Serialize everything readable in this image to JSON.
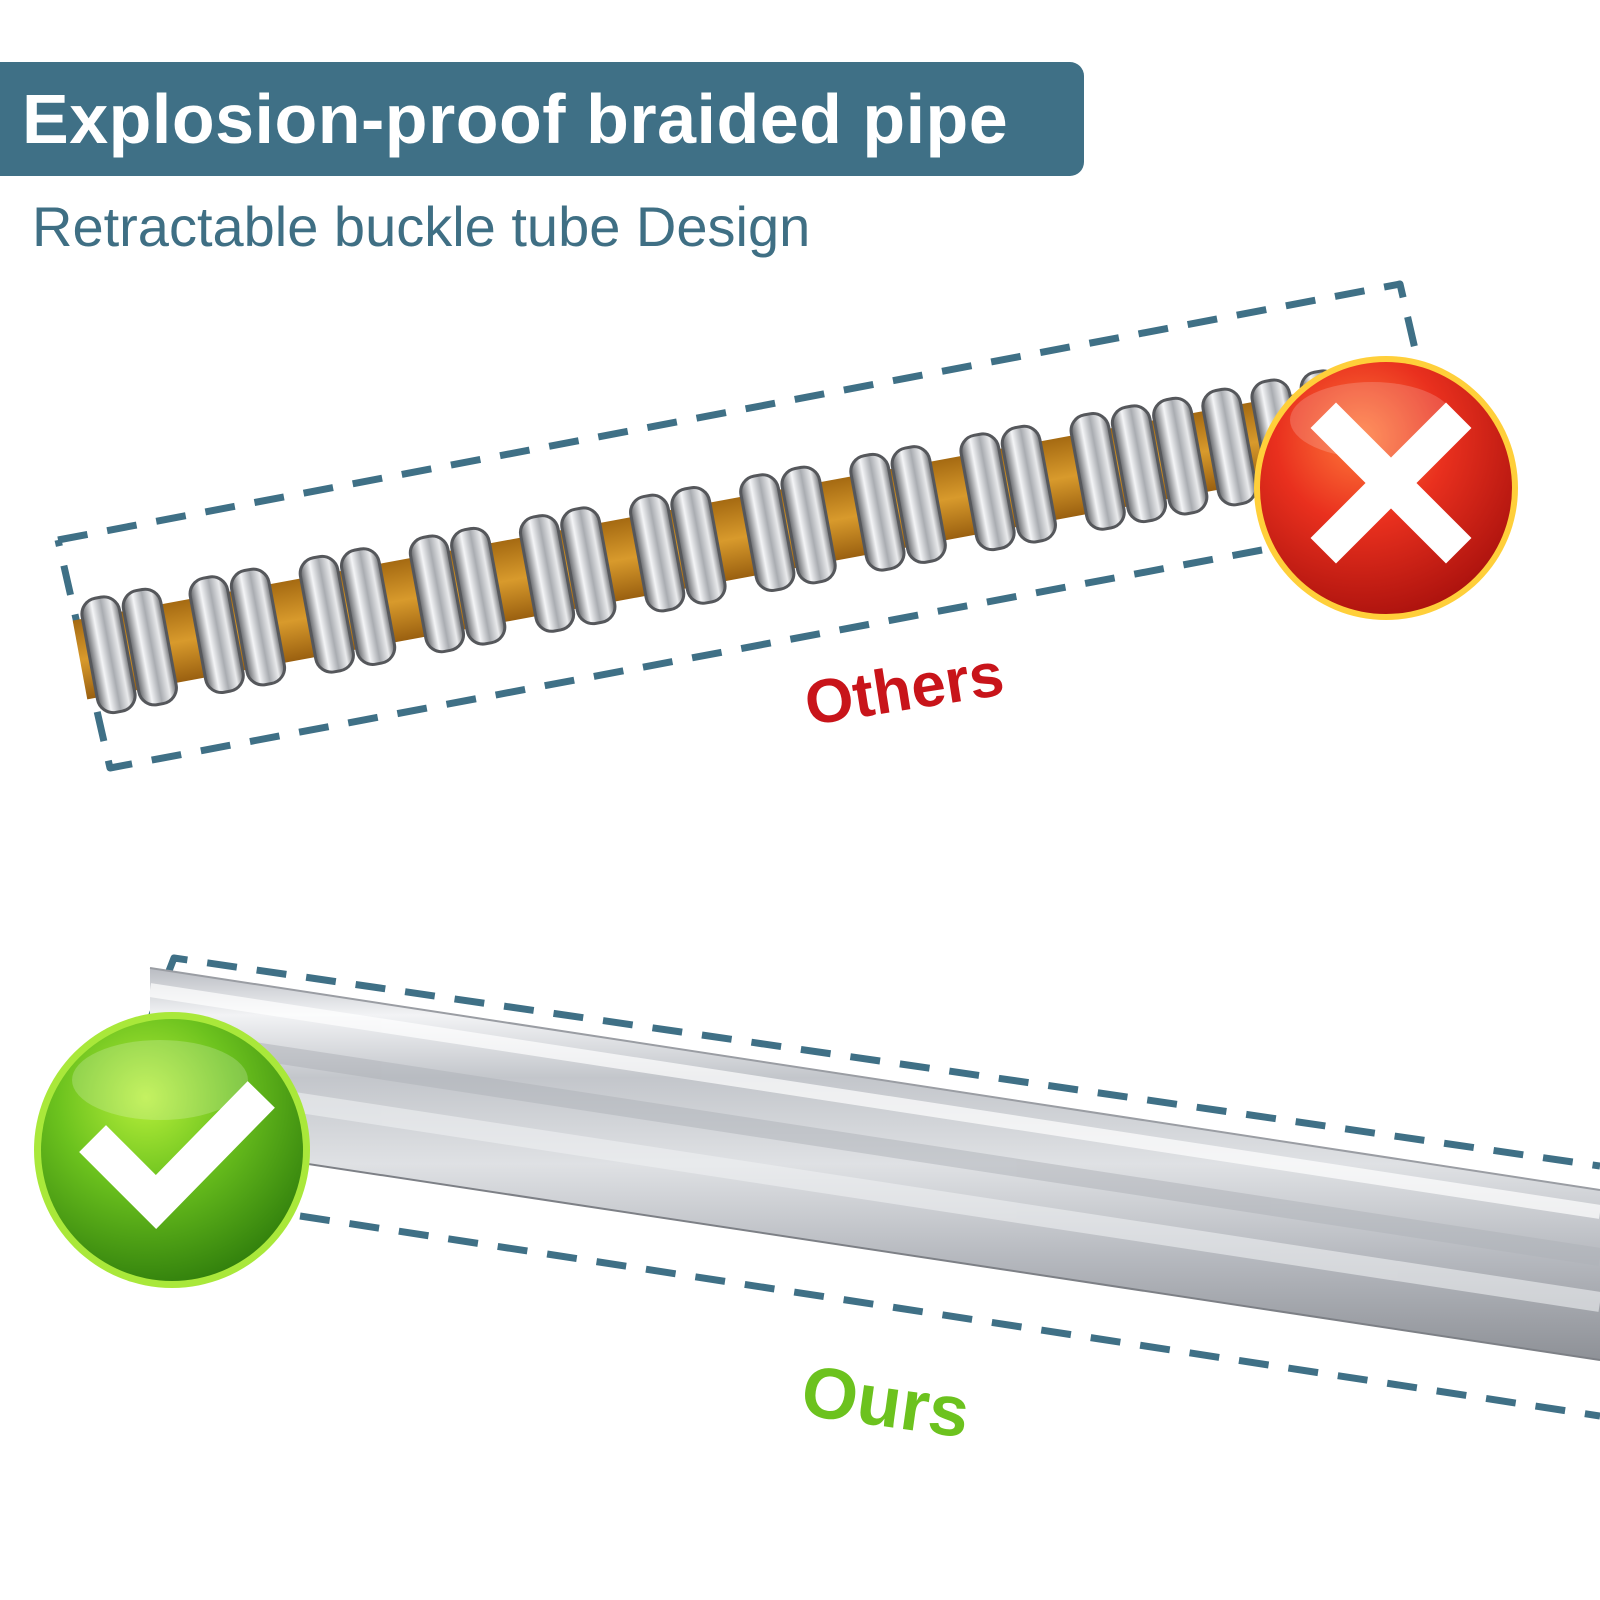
{
  "header": {
    "title": "Explosion-proof braided pipe",
    "subtitle": "Retractable buckle tube Design"
  },
  "comparison": {
    "others_label": "Others",
    "ours_label": "Ours",
    "others_icon": "cross-icon",
    "ours_icon": "checkmark-icon"
  },
  "colors": {
    "banner": "#3f7086",
    "dashed_frame": "#3f7086",
    "others_text": "#c8141a",
    "ours_text": "#6cc21e",
    "cross_badge": "#e0281c",
    "check_badge": "#5fb81a",
    "inner_liner": "#c98a1e"
  }
}
